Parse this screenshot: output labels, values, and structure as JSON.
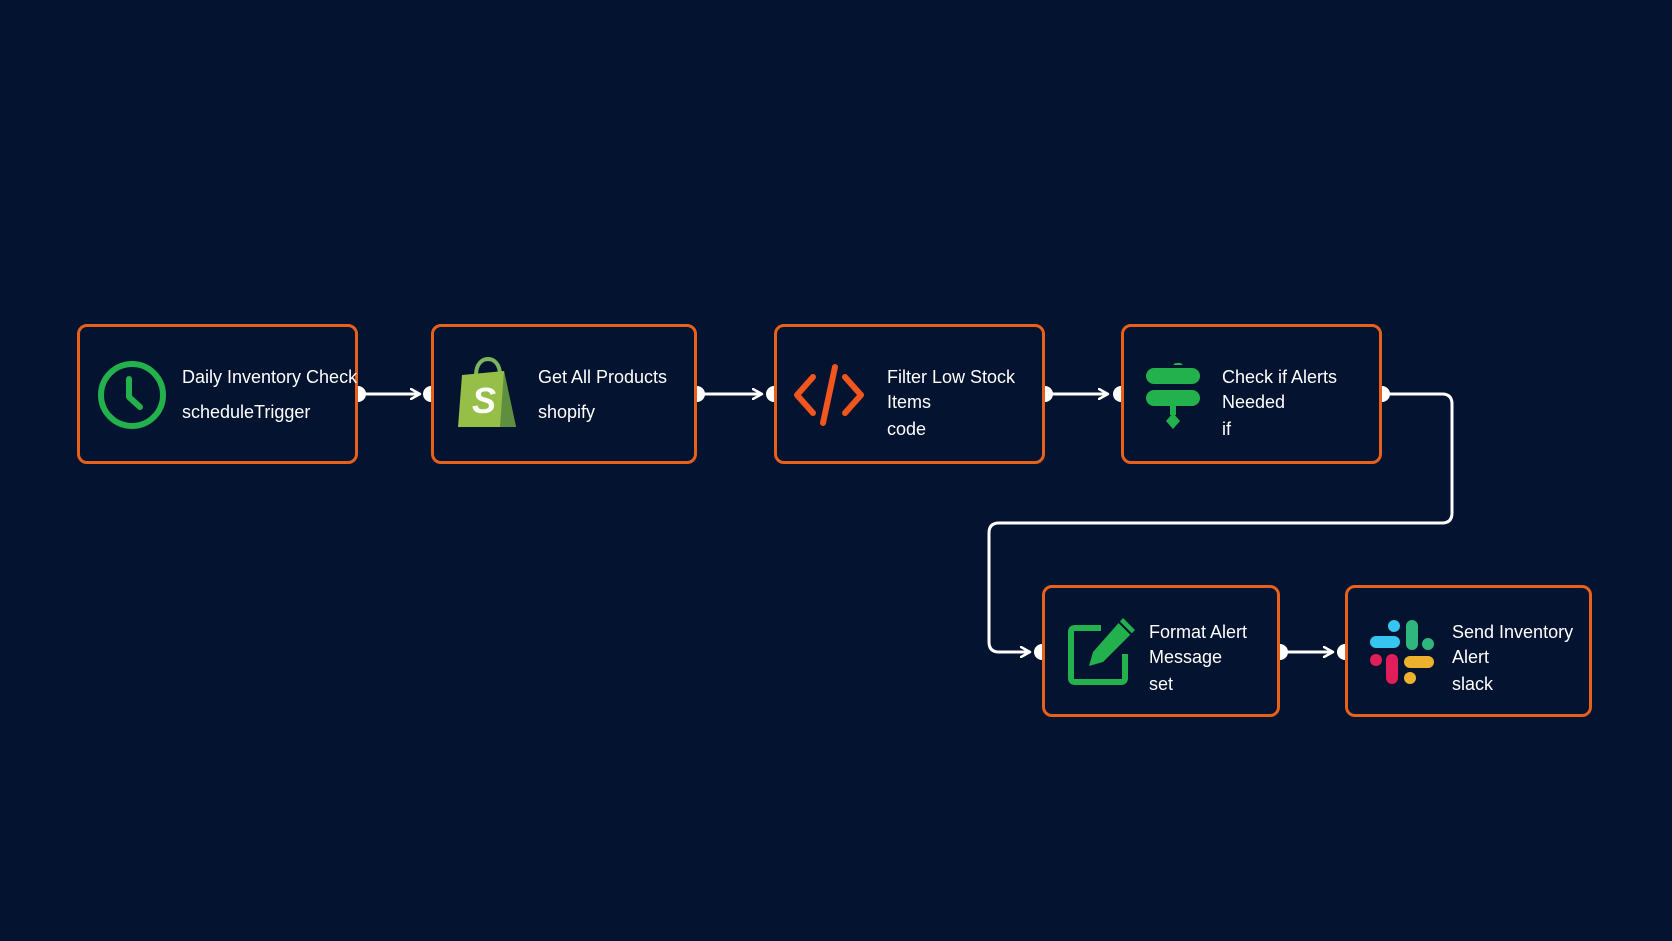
{
  "workflow": {
    "nodes": [
      {
        "id": "daily-inventory-check",
        "name": "Daily Inventory Check",
        "type": "scheduleTrigger",
        "icon": "clock-icon"
      },
      {
        "id": "get-all-products",
        "name": "Get All Products",
        "type": "shopify",
        "icon": "shopify-bag-icon"
      },
      {
        "id": "filter-low-stock-items",
        "name": "Filter Low Stock Items",
        "type": "code",
        "icon": "code-brackets-icon"
      },
      {
        "id": "check-if-alerts-needed",
        "name": "Check if Alerts Needed",
        "type": "if",
        "icon": "if-branch-icon"
      },
      {
        "id": "format-alert-message",
        "name": "Format Alert Message",
        "type": "set",
        "icon": "edit-pencil-icon"
      },
      {
        "id": "send-inventory-alert",
        "name": "Send Inventory Alert",
        "type": "slack",
        "icon": "slack-icon"
      }
    ],
    "connections": [
      {
        "from": "Daily Inventory Check",
        "to": "Get All Products"
      },
      {
        "from": "Get All Products",
        "to": "Filter Low Stock Items"
      },
      {
        "from": "Filter Low Stock Items",
        "to": "Check if Alerts Needed"
      },
      {
        "from": "Check if Alerts Needed",
        "to": "Format Alert Message"
      },
      {
        "from": "Format Alert Message",
        "to": "Send Inventory Alert"
      }
    ]
  },
  "colors": {
    "background": "#031330",
    "node_border": "#e8611a",
    "wire": "#ffffff",
    "icon_green": "#22b14c",
    "icon_orange": "#f0561d"
  }
}
